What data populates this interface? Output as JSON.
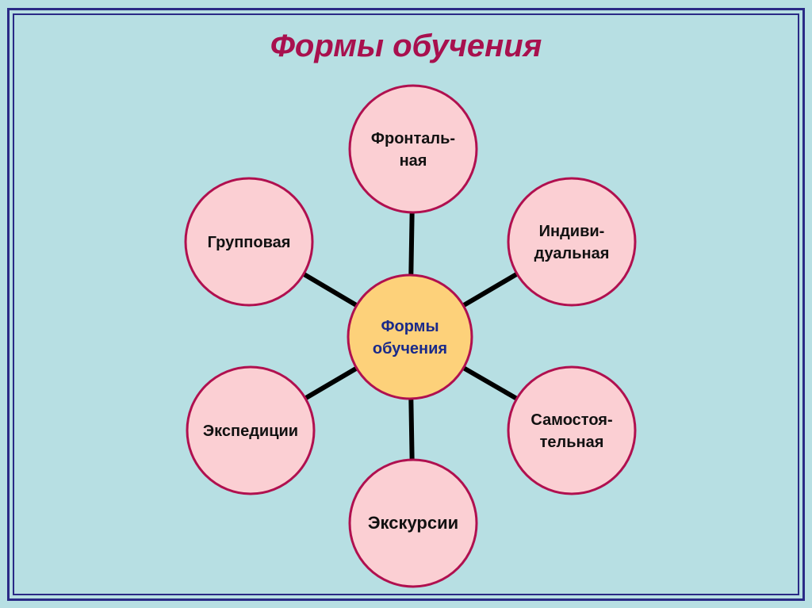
{
  "title": "Формы обучения",
  "center": {
    "lines": [
      "Формы",
      "обучения"
    ]
  },
  "nodes": [
    {
      "id": "frontal",
      "lines": [
        "Фронталь-",
        "ная"
      ]
    },
    {
      "id": "individual",
      "lines": [
        "Индиви-",
        "дуальная"
      ]
    },
    {
      "id": "independent",
      "lines": [
        "Самостоя-",
        "тельная"
      ]
    },
    {
      "id": "excursions",
      "lines": [
        "Экскурсии"
      ]
    },
    {
      "id": "expeditions",
      "lines": [
        "Экспедиции"
      ]
    },
    {
      "id": "group",
      "lines": [
        "Групповая"
      ]
    }
  ],
  "colors": {
    "background": "#b7dfe3",
    "frame": "#2a2a86",
    "title": "#a8104e",
    "node_fill": "#fbcfd3",
    "node_stroke": "#b0104f",
    "center_fill": "#fdd17a",
    "center_stroke": "#b0104f",
    "center_text": "#1a2a8a",
    "connector": "#000000"
  }
}
